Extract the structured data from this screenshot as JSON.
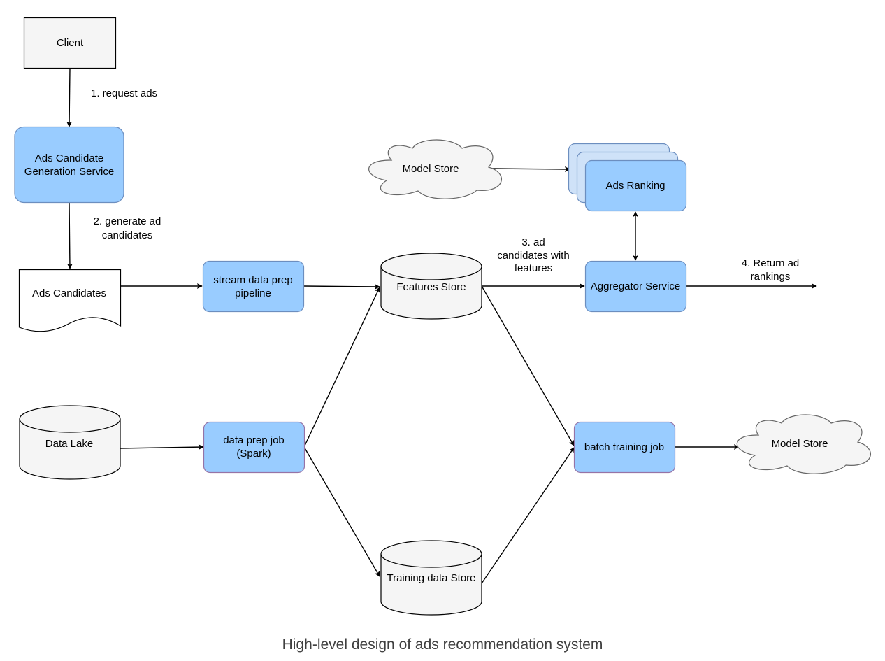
{
  "colors": {
    "service_fill": "#99ccff",
    "service_stroke": "#6c8ebf",
    "purple_stroke": "#9673a6",
    "store_fill": "#f5f5f5",
    "store_stroke": "#666666",
    "edge": "#000000",
    "stack_back_fill": "#cfe2f8",
    "caption_text": "#3f3f3f"
  },
  "nodes": {
    "client": "Client",
    "ads_candidate_generation_service": [
      "Ads Candidate",
      "Generation Service"
    ],
    "ads_candidates": "Ads Candidates",
    "stream_data_prep_pipeline": [
      "stream data prep",
      "pipeline"
    ],
    "features_store": "Features Store",
    "aggregator_service": "Aggregator Service",
    "ads_ranking": "Ads Ranking",
    "model_store_top": "Model Store",
    "data_lake": "Data Lake",
    "data_prep_job": [
      "data prep job",
      "(Spark)"
    ],
    "training_data_store": "Training data Store",
    "batch_training_job": "batch training job",
    "model_store_bottom": "Model Store"
  },
  "edge_labels": {
    "request_ads": "1. request ads",
    "generate_candidates": [
      "2. generate ad",
      "candidates"
    ],
    "candidates_with_features": [
      "3. ad",
      "candidates with",
      "features"
    ],
    "return_rankings": [
      "4. Return ad",
      "rankings"
    ]
  },
  "caption": "High-level design of ads recommendation system"
}
